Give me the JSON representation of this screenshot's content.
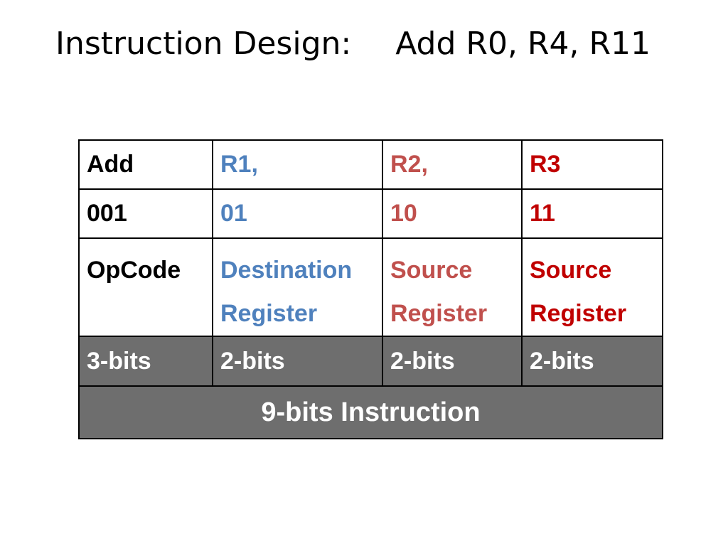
{
  "title": {
    "left": "Instruction Design:",
    "right": "Add R0, R4, R11"
  },
  "colors": {
    "opcode_column": "#000000",
    "destination_column": "#4f81bd",
    "source1_column": "#c0504d",
    "source2_column": "#c00000",
    "bits_row_background": "#6e6e6e"
  },
  "table": {
    "names": [
      "Add",
      "R1,",
      "R2,",
      "R3"
    ],
    "codes": [
      "001",
      "01",
      "10",
      "11"
    ],
    "descriptions": [
      [
        "OpCode"
      ],
      [
        "Destination",
        "Register"
      ],
      [
        "Source",
        "Register"
      ],
      [
        "Source",
        "Register"
      ]
    ],
    "bits": [
      "3-bits",
      "2-bits",
      "2-bits",
      "2-bits"
    ],
    "total": "9-bits Instruction"
  }
}
